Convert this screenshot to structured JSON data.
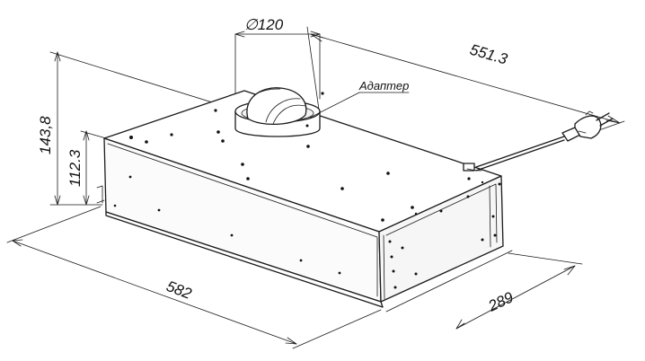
{
  "drawing": {
    "subject": "",
    "dimensions": {
      "duct_diameter": "∅120",
      "depth_top": "551.3",
      "width": "582",
      "depth_bottom": "289",
      "height_total": "143,8",
      "height_body": "112.3"
    },
    "callouts": {
      "adapter": "Адаптер"
    }
  }
}
